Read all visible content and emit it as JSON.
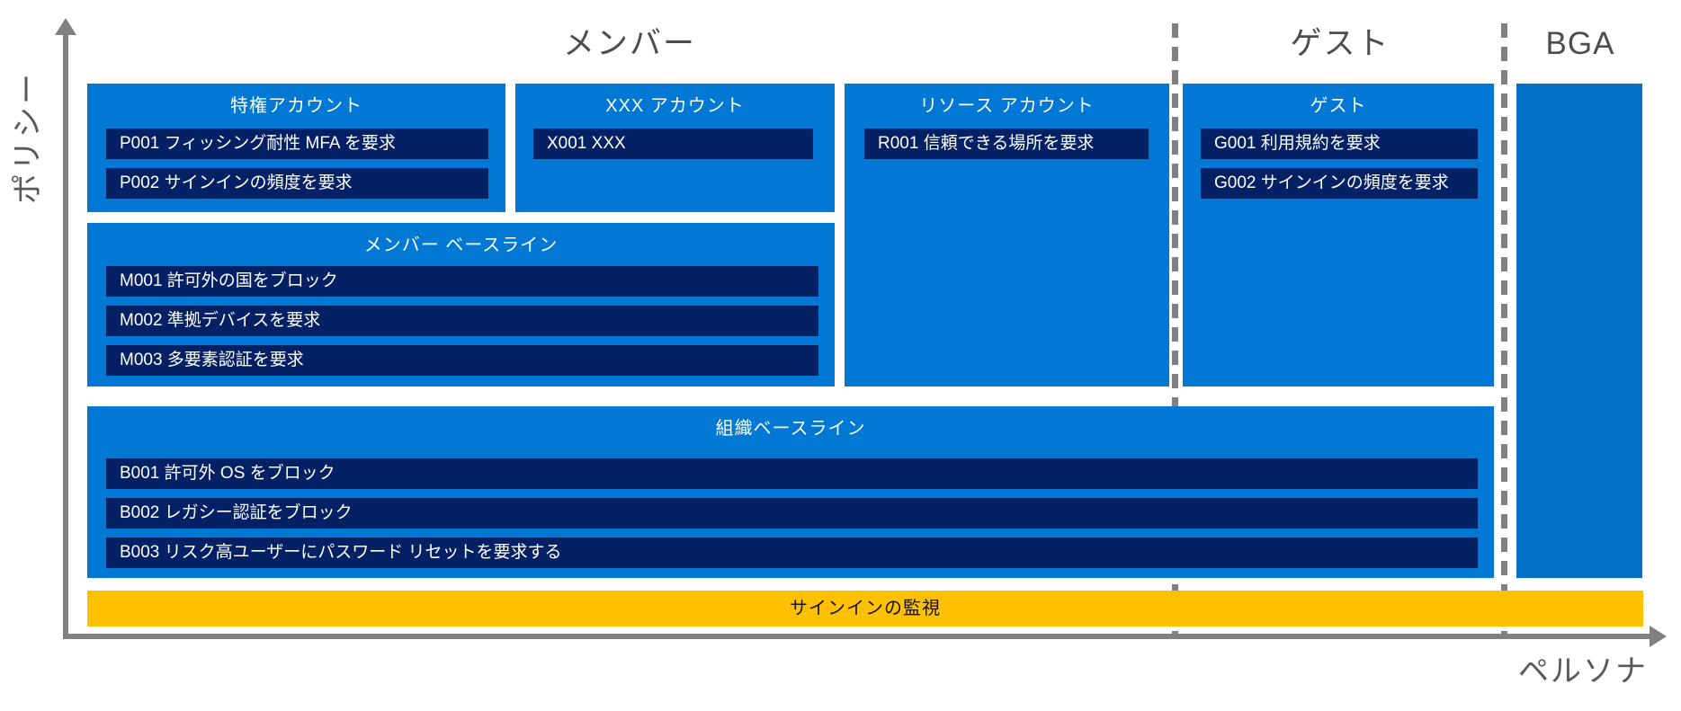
{
  "axes": {
    "y_label": "ポリシー",
    "x_label": "ペルソナ"
  },
  "headers": {
    "member": "メンバー",
    "guest": "ゲスト",
    "bga": "BGA"
  },
  "groups": [
    {
      "title": "特権アカウント",
      "policies": [
        {
          "label": "P001 フィッシング耐性 MFA を要求"
        },
        {
          "label": "P002 サインインの頻度を要求"
        }
      ]
    },
    {
      "title": "XXX アカウント",
      "policies": [
        {
          "label": "X001 XXX"
        }
      ]
    },
    {
      "title": "リソース アカウント",
      "policies": [
        {
          "label": "R001 信頼できる場所を要求"
        }
      ]
    },
    {
      "title": "ゲスト",
      "policies": [
        {
          "label": "G001 利用規約を要求"
        },
        {
          "label": "G002 サインインの頻度を要求"
        }
      ]
    },
    {
      "title": "メンバー ベースライン",
      "policies": [
        {
          "label": "M001 許可外の国をブロック"
        },
        {
          "label": "M002 準拠デバイスを要求"
        },
        {
          "label": "M003 多要素認証を要求"
        }
      ]
    },
    {
      "title": "組織ベースライン",
      "policies": [
        {
          "label": "B001 許可外 OS をブロック"
        },
        {
          "label": "B002 レガシー認証をブロック"
        },
        {
          "label": "B003 リスク高ユーザーにパスワード リセットを要求する"
        }
      ]
    }
  ],
  "monitor": {
    "label": "サインインの監視"
  },
  "colors": {
    "group_box_blue": "#0078D4",
    "bga_box_blue": "#0571C6",
    "policy_bar_navy": "#052166",
    "monitor_yellow": "#FFC000",
    "axis_gray": "#808080",
    "header_text_gray": "#4D4D4D",
    "axis_label_gray": "#595959",
    "box_text_white": "#FFFFFF",
    "monitor_text_black": "#111111"
  }
}
